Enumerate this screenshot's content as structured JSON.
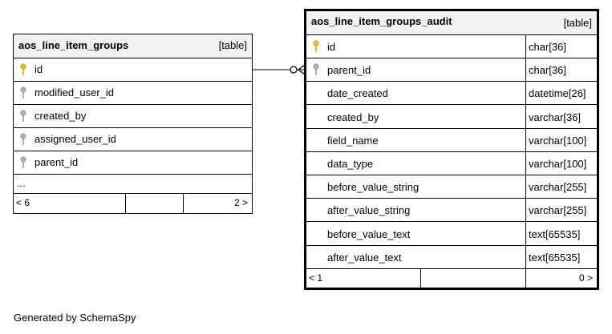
{
  "credit": "Generated by SchemaSpy",
  "left_table": {
    "name": "aos_line_item_groups",
    "kind": "[table]",
    "columns": [
      {
        "name": "id",
        "key": "primary-key-icon"
      },
      {
        "name": "modified_user_id",
        "key": "foreign-key-icon"
      },
      {
        "name": "created_by",
        "key": "foreign-key-icon"
      },
      {
        "name": "assigned_user_id",
        "key": "foreign-key-icon"
      },
      {
        "name": "parent_id",
        "key": "foreign-key-icon"
      }
    ],
    "ellipsis": "...",
    "footer_left": "< 6",
    "footer_right": "2 >"
  },
  "right_table": {
    "name": "aos_line_item_groups_audit",
    "kind": "[table]",
    "columns": [
      {
        "name": "id",
        "type": "char[36]",
        "key": "primary-key-icon"
      },
      {
        "name": "parent_id",
        "type": "char[36]",
        "key": "foreign-key-icon"
      },
      {
        "name": "date_created",
        "type": "datetime[26]"
      },
      {
        "name": "created_by",
        "type": "varchar[36]"
      },
      {
        "name": "field_name",
        "type": "varchar[100]"
      },
      {
        "name": "data_type",
        "type": "varchar[100]"
      },
      {
        "name": "before_value_string",
        "type": "varchar[255]"
      },
      {
        "name": "after_value_string",
        "type": "varchar[255]"
      },
      {
        "name": "before_value_text",
        "type": "text[65535]"
      },
      {
        "name": "after_value_text",
        "type": "text[65535]"
      }
    ],
    "footer_left": "< 1",
    "footer_right": "0 >"
  },
  "colors": {
    "primary_key": "#e8c400",
    "foreign_key": "#b0b0b0",
    "header_bg": "#f2f2f2"
  }
}
